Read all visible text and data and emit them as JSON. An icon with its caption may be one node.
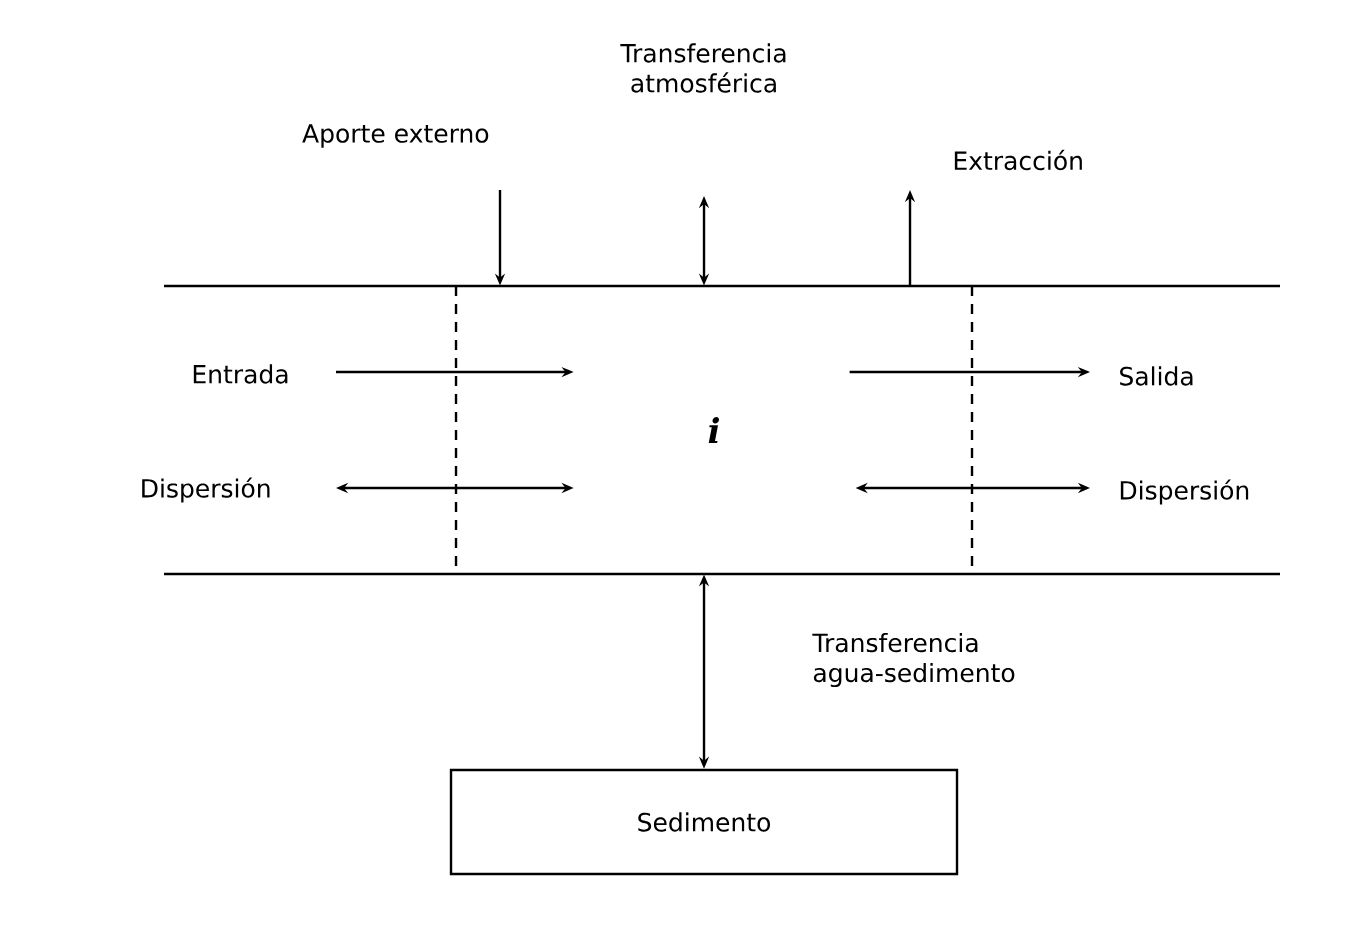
{
  "diagram": {
    "nodes": [
      {
        "text": [
          "i"
        ]
      },
      {
        "text": [
          "Sedimento"
        ]
      }
    ],
    "edges": [
      {
        "from": null,
        "to": 0,
        "arrow": "to",
        "label": "Aporte externo"
      },
      {
        "from": null,
        "to": 0,
        "arrow": "both",
        "label": "Transferencia atmosférica"
      },
      {
        "from": 0,
        "to": null,
        "arrow": "to",
        "label": "Extracción"
      },
      {
        "from": null,
        "to": 0,
        "arrow": "to",
        "label": "Entrada"
      },
      {
        "from": 0,
        "to": null,
        "arrow": "to",
        "label": "Salida"
      },
      {
        "from": null,
        "to": 0,
        "arrow": "both",
        "label": "Dispersión"
      },
      {
        "from": 0,
        "to": null,
        "arrow": "both",
        "label": "Dispersión"
      },
      {
        "from": 0,
        "to": 1,
        "arrow": "both",
        "label": "Transferencia agua-sedimento"
      }
    ]
  }
}
